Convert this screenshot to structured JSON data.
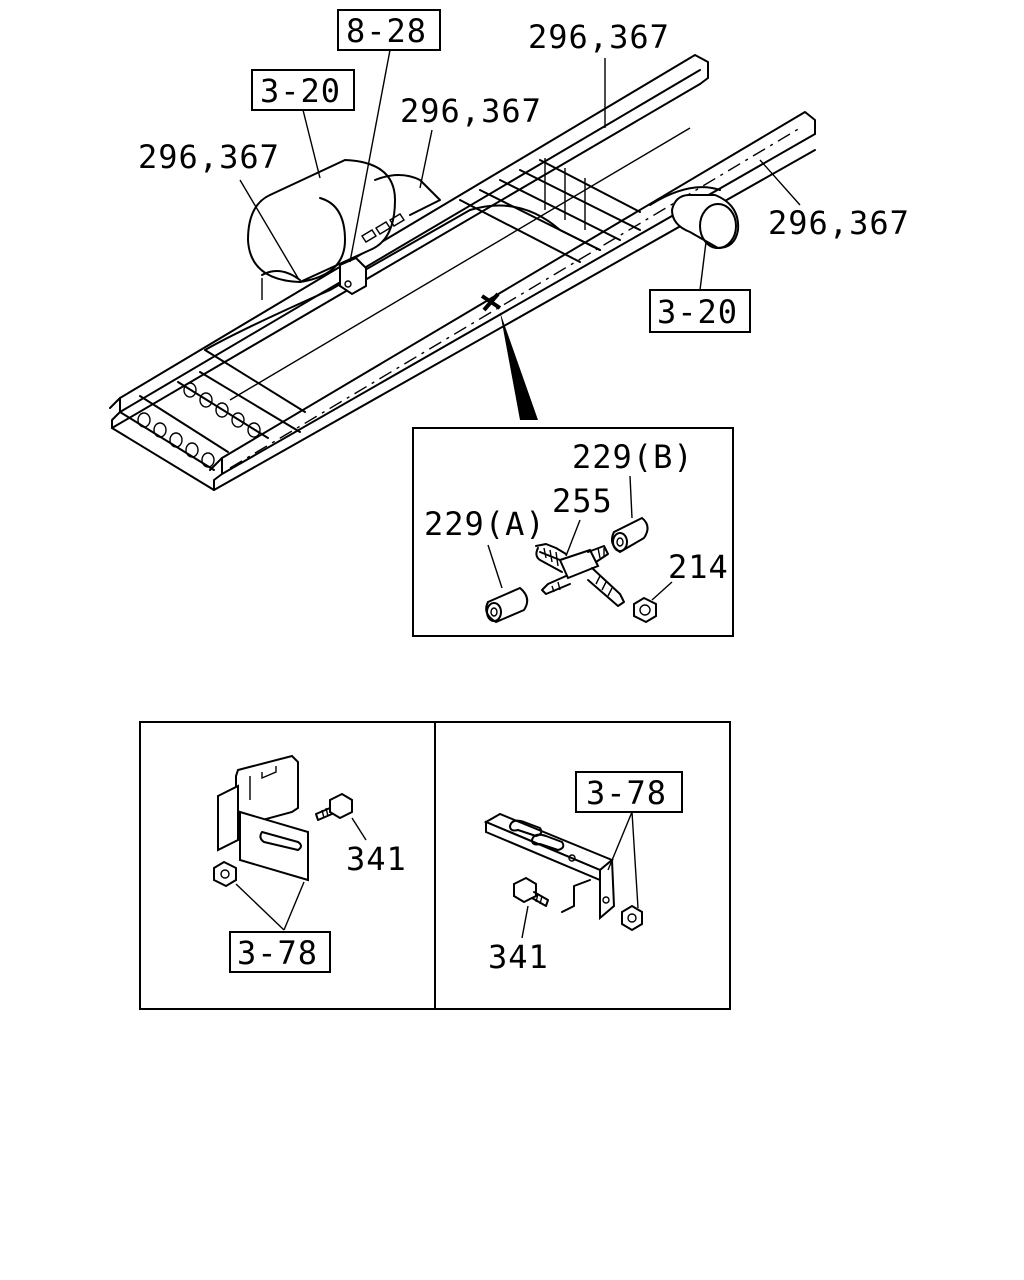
{
  "labels": {
    "ref_8_28": "8-28",
    "ref_3_20_top": "3-20",
    "ref_3_20_right": "3-20",
    "pn_296_367_top_right": "296,367",
    "pn_296_367_mid": "296,367",
    "pn_296_367_left": "296,367",
    "pn_296_367_right": "296,367",
    "pn_229_b": "229(B)",
    "pn_255": "255",
    "pn_229_a": "229(A)",
    "pn_214": "214",
    "pn_341_left": "341",
    "ref_3_78_left": "3-78",
    "ref_3_78_right": "3-78",
    "pn_341_right": "341"
  },
  "colors": {
    "line": "#000000",
    "background": "#ffffff"
  }
}
